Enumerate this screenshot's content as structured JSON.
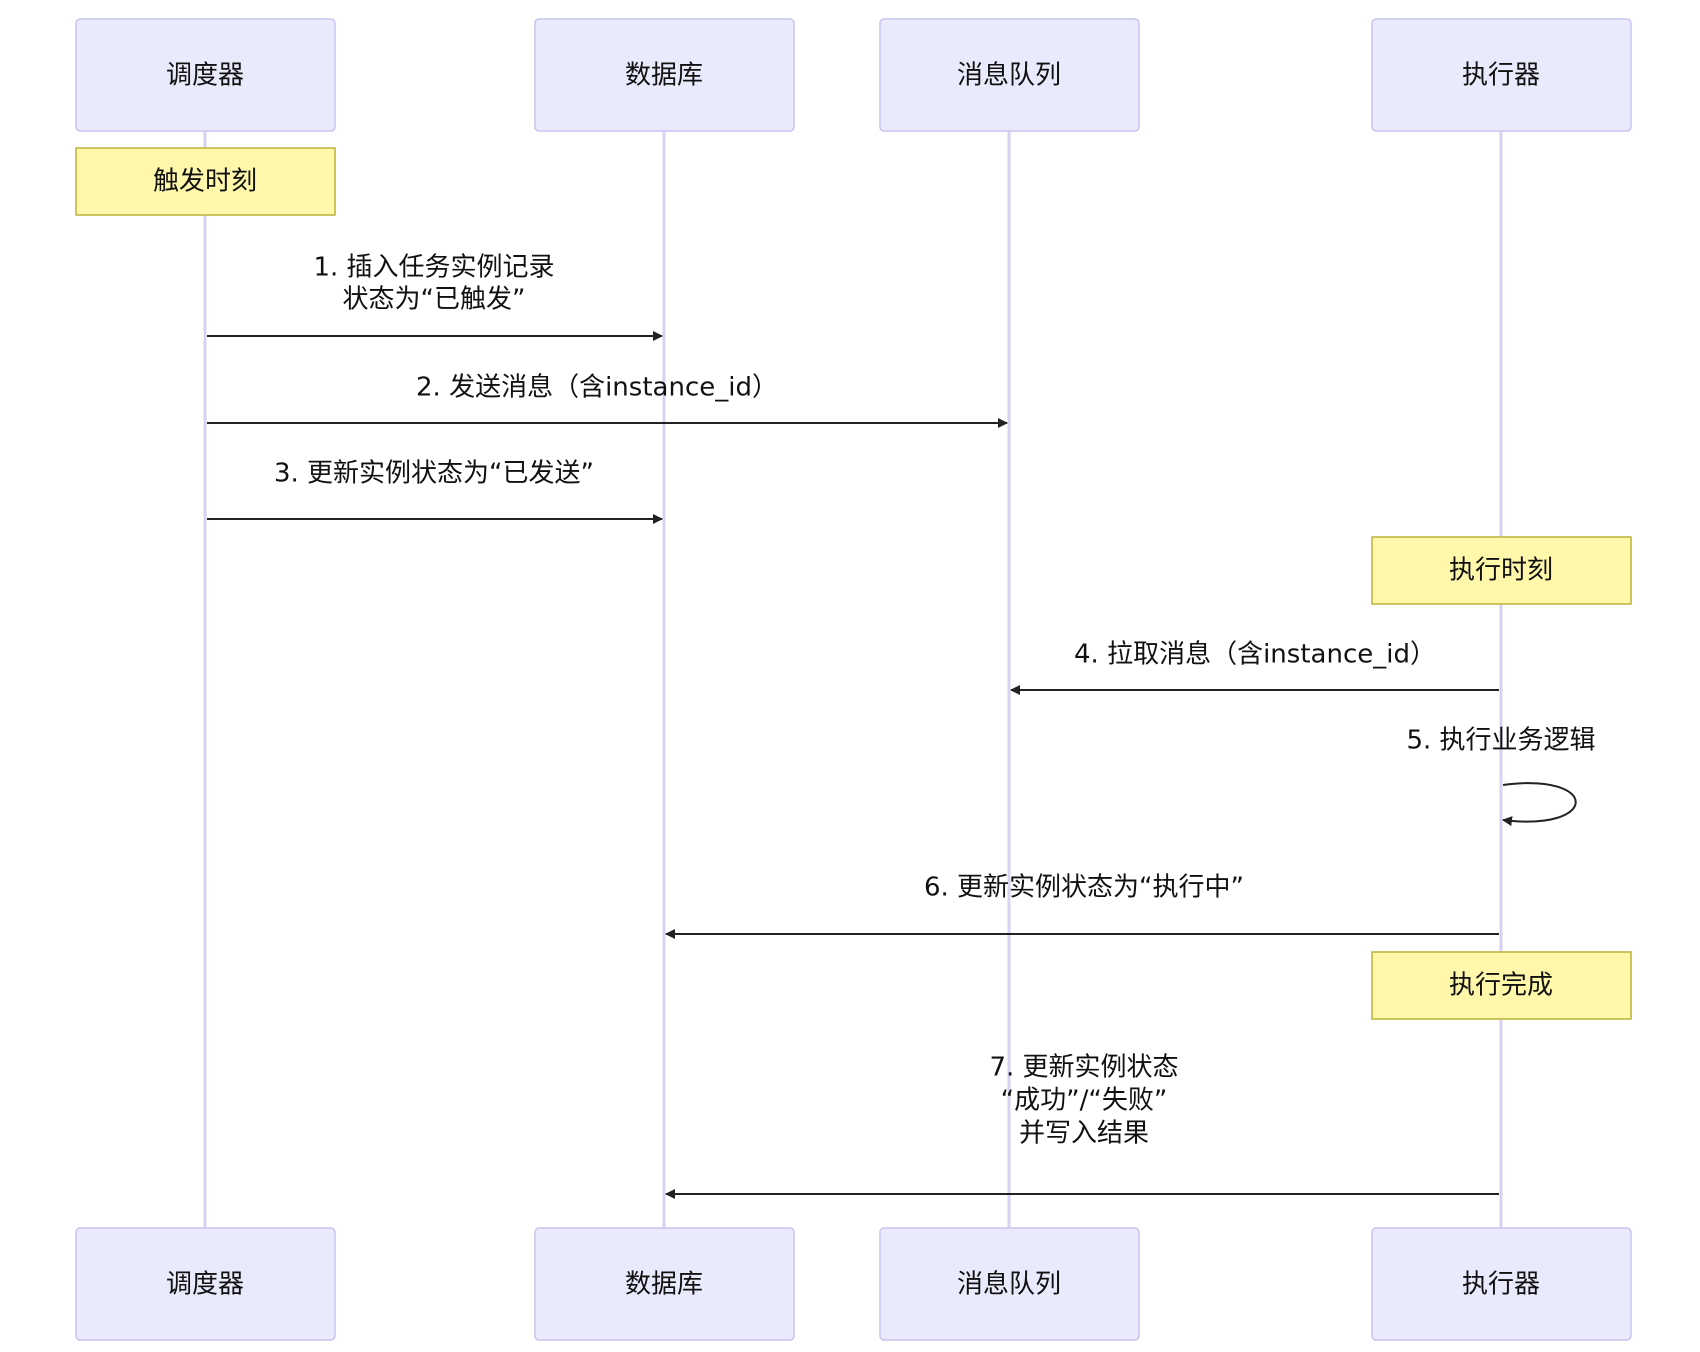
{
  "participants": [
    {
      "id": "scheduler",
      "label": "调度器"
    },
    {
      "id": "database",
      "label": "数据库"
    },
    {
      "id": "queue",
      "label": "消息队列"
    },
    {
      "id": "executor",
      "label": "执行器"
    }
  ],
  "notes": [
    {
      "id": "trigger-time",
      "label": "触发时刻",
      "over": "scheduler"
    },
    {
      "id": "execute-time",
      "label": "执行时刻",
      "over": "executor"
    },
    {
      "id": "execute-done",
      "label": "执行完成",
      "over": "executor"
    }
  ],
  "messages": [
    {
      "from": "scheduler",
      "to": "database",
      "lines": [
        "1. 插入任务实例记录",
        "状态为“已触发”"
      ]
    },
    {
      "from": "scheduler",
      "to": "queue",
      "lines": [
        "2. 发送消息（含instance_id）"
      ]
    },
    {
      "from": "scheduler",
      "to": "database",
      "lines": [
        "3. 更新实例状态为“已发送”"
      ]
    },
    {
      "from": "executor",
      "to": "queue",
      "lines": [
        "4. 拉取消息（含instance_id）"
      ]
    },
    {
      "from": "executor",
      "to": "executor",
      "lines": [
        "5. 执行业务逻辑"
      ]
    },
    {
      "from": "executor",
      "to": "database",
      "lines": [
        "6. 更新实例状态为“执行中”"
      ]
    },
    {
      "from": "executor",
      "to": "database",
      "lines": [
        "7. 更新实例状态",
        "“成功”/“失败”",
        "并写入结果"
      ]
    }
  ]
}
